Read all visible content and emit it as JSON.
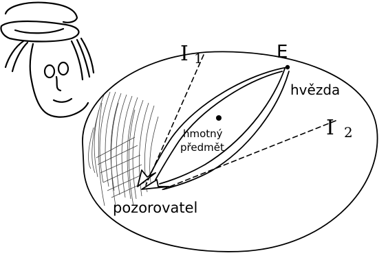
{
  "labels": {
    "image_1": "I",
    "image_1_sub": "1",
    "image_2": "I",
    "image_2_sub": "2",
    "star_mark": "E",
    "star": "hvězda",
    "massive_object_line1": "hmotný",
    "massive_object_line2": "předmět",
    "observer": "pozorovatel"
  },
  "colors": {
    "ink": "#000000",
    "background": "#ffffff"
  }
}
